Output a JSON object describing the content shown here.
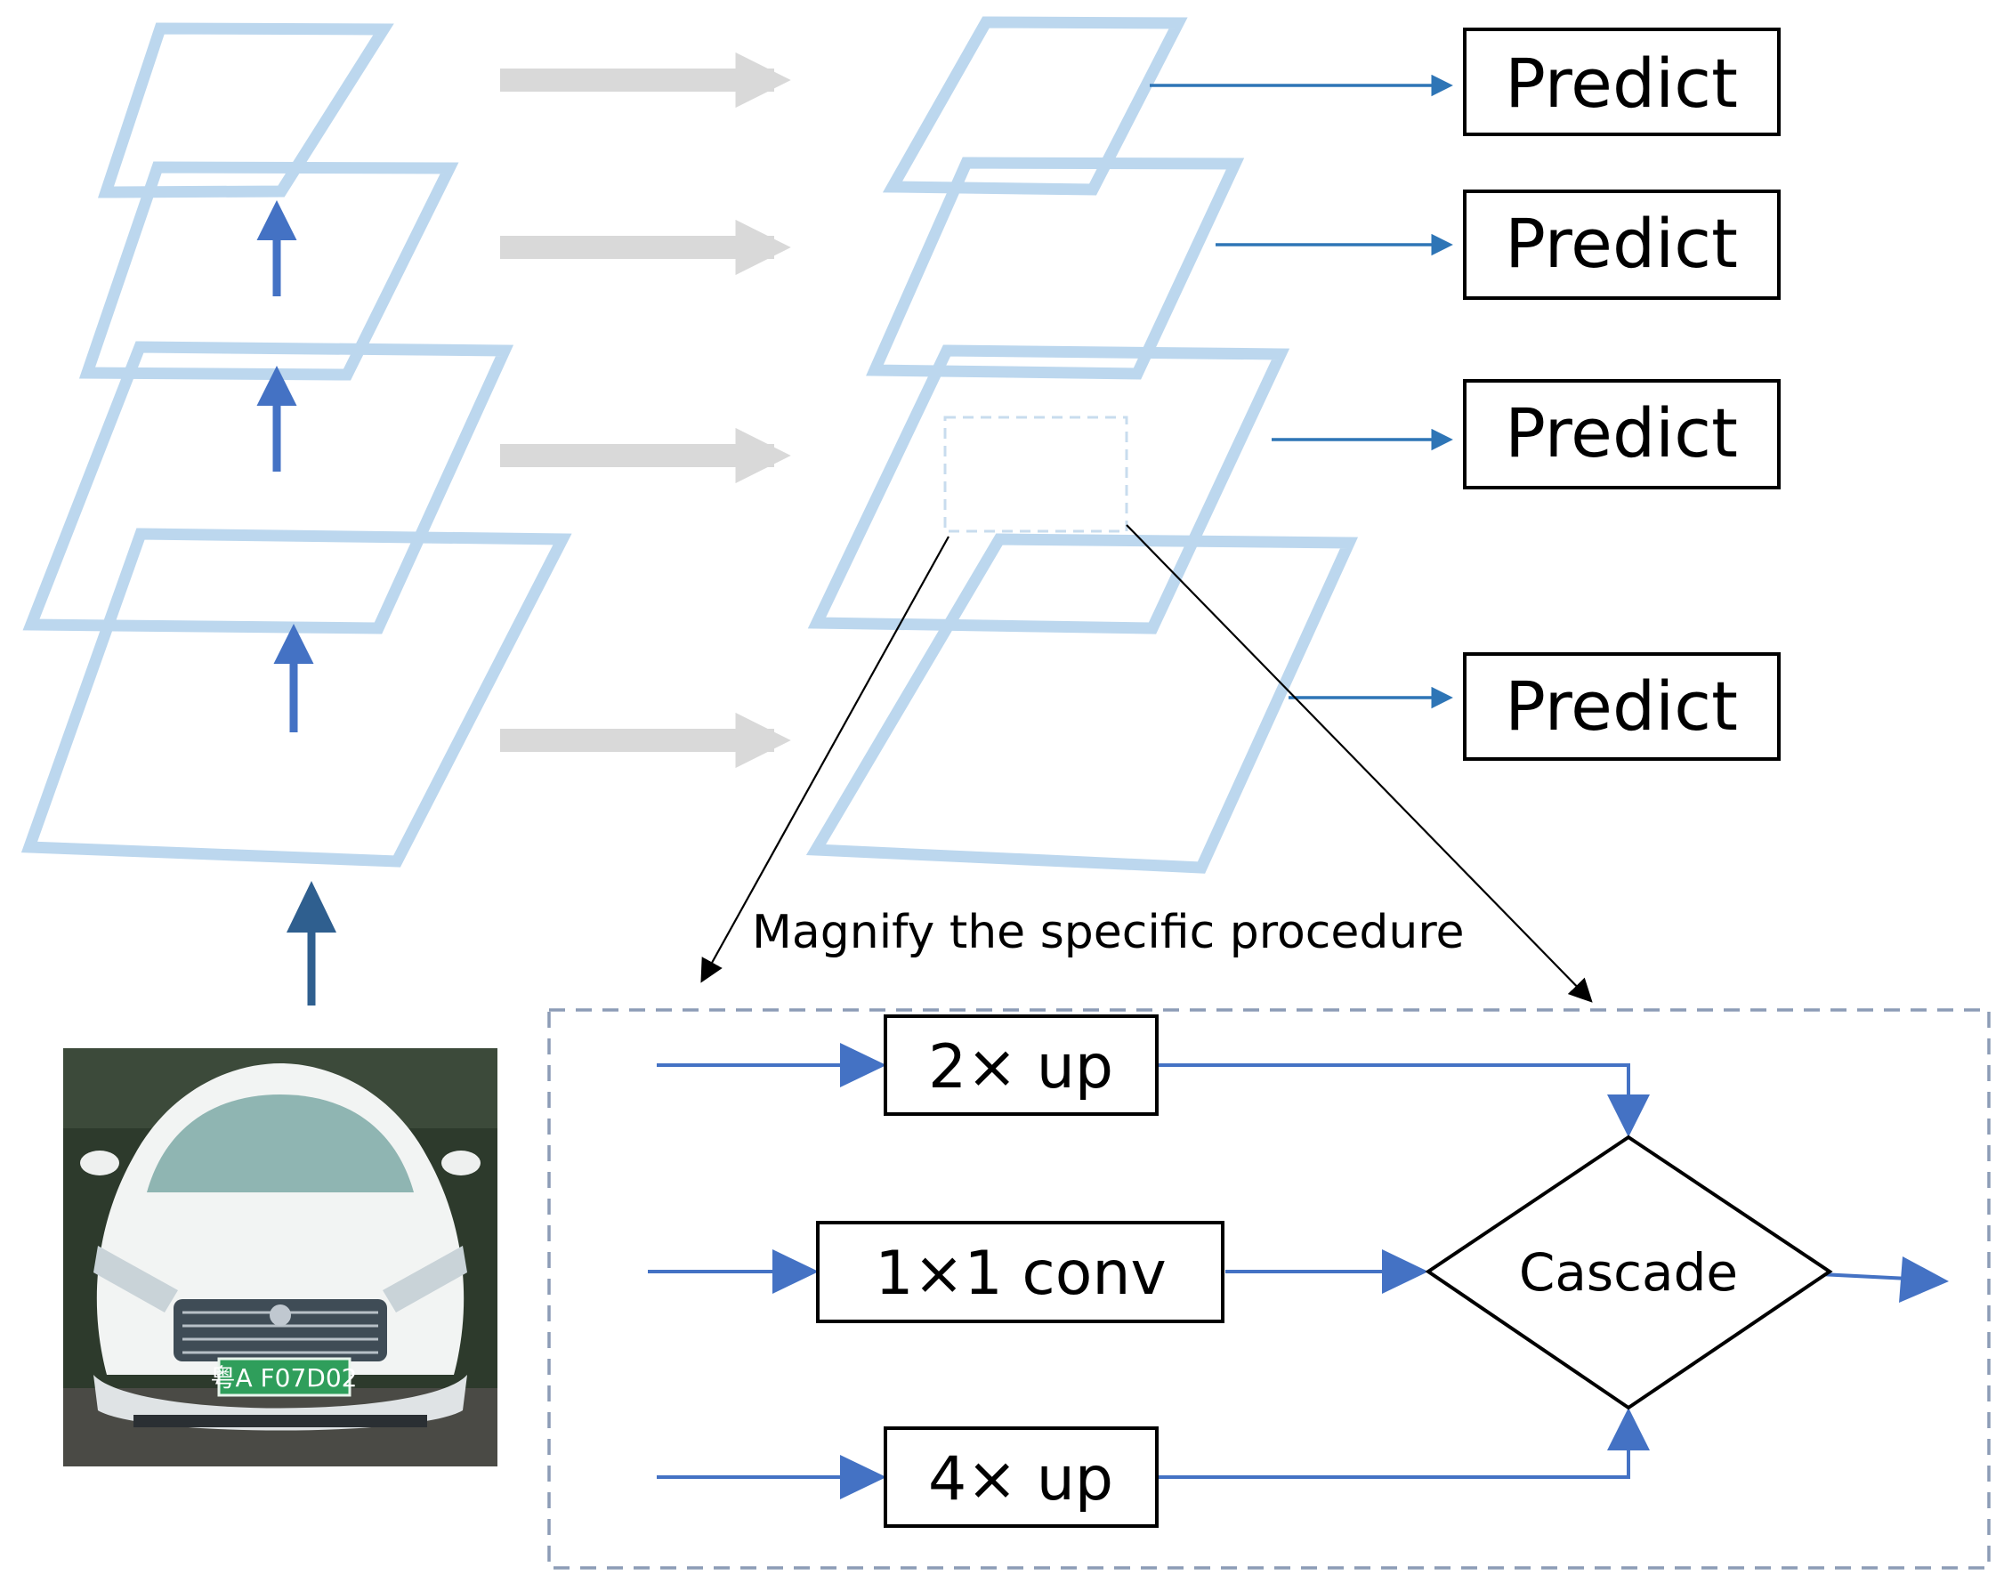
{
  "predict_labels": [
    "Predict",
    "Predict",
    "Predict",
    "Predict"
  ],
  "magnify_label": "Magnify the specific procedure",
  "ops": {
    "up2": "2× up",
    "conv": "1×1 conv",
    "up4": "4× up",
    "cascade": "Cascade"
  },
  "car_photo": {
    "plate_text": "粤A F07D02"
  },
  "colors": {
    "layer_stroke": "#bcd7ee",
    "flow_arrow": "#4472c4",
    "predict_arrow": "#2e75b6",
    "lateral_arrow": "#d9d9d9",
    "input_arrow": "#2f5f8f",
    "dashed_border": "#8c9cb6",
    "ink": "#000000",
    "plate": "#2f9e5b"
  },
  "icons": [
    "car-photo",
    "arrow"
  ]
}
